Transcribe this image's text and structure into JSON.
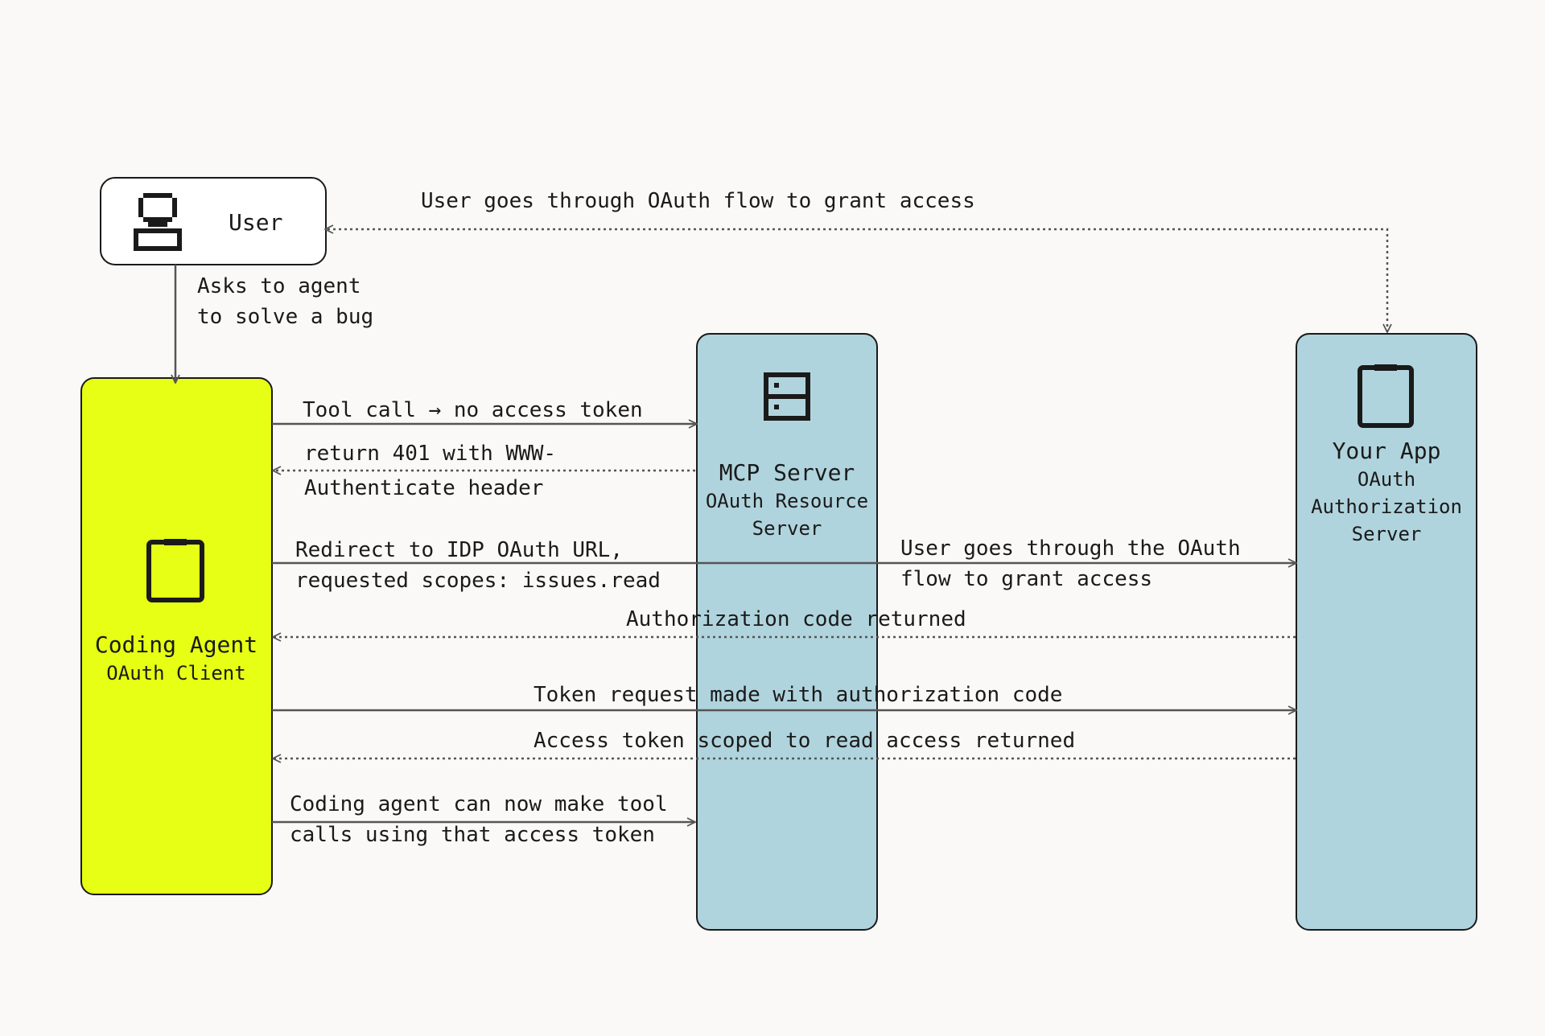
{
  "nodes": {
    "user": {
      "title": "User"
    },
    "coding_agent": {
      "title": "Coding Agent",
      "subtitle": "OAuth Client"
    },
    "mcp_server": {
      "title": "MCP Server",
      "subtitle_1": "OAuth Resource",
      "subtitle_2": "Server"
    },
    "your_app": {
      "title": "Your App",
      "subtitle_1": "OAuth",
      "subtitle_2": "Authorization",
      "subtitle_3": "Server"
    }
  },
  "edges": {
    "oauth_grant": {
      "label": "User goes through OAuth flow to grant access"
    },
    "asks_agent": {
      "line_1": "Asks to agent",
      "line_2": "to solve a bug"
    },
    "tool_call": {
      "label": "Tool call → no access token"
    },
    "return_401": {
      "line_1": "return 401 with WWW-",
      "line_2": "Authenticate header"
    },
    "redirect": {
      "line_1": "Redirect to IDP OAuth URL,",
      "line_2": "requested scopes: issues.read"
    },
    "oauth_flow": {
      "line_1": "User goes through the OAuth",
      "line_2": "flow to grant access"
    },
    "auth_code": {
      "label": "Authorization code returned"
    },
    "token_request": {
      "label": "Token request made with authorization code"
    },
    "access_token": {
      "label": "Access token scoped to read access returned"
    },
    "tool_calls": {
      "line_1": "Coding agent can now make tool",
      "line_2": "calls using that access token"
    }
  },
  "colors": {
    "background": "#faf9f7",
    "agent_fill": "#e6ff14",
    "server_fill": "#b0d4dd",
    "stroke": "#1a1a1a",
    "line": "#555555"
  }
}
